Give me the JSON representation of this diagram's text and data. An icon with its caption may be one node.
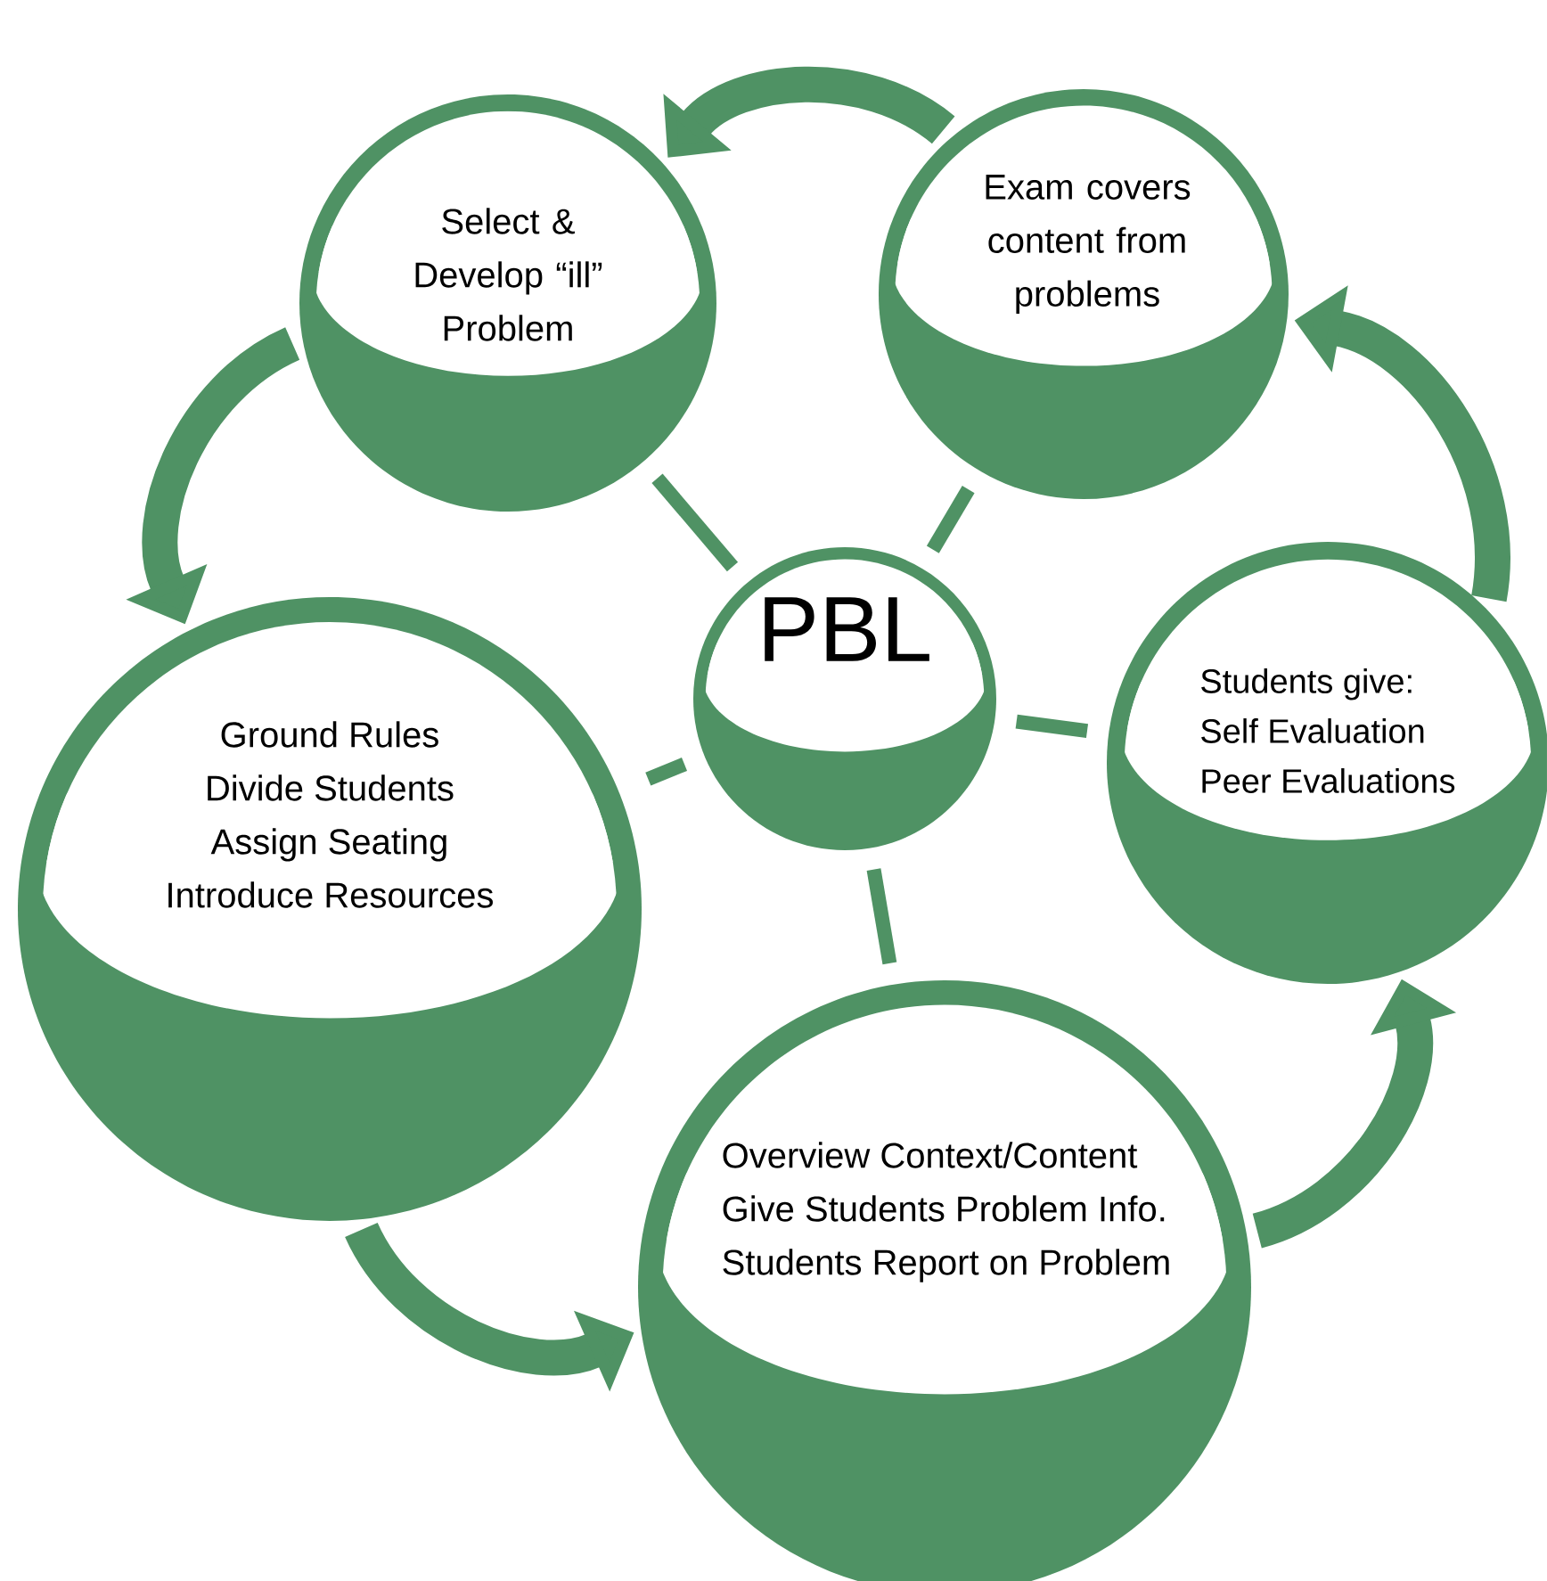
{
  "diagram": {
    "nodes": [
      {
        "text": [
          "PBL"
        ]
      },
      {
        "text": [
          "Select & Develop “ill” Problem"
        ]
      },
      {
        "text": [
          "Exam covers content from problems"
        ]
      },
      {
        "text": [
          "Students give:",
          "Self Evaluation",
          "Peer Evaluations"
        ]
      },
      {
        "text": [
          "Overview Context/Content",
          "Give Students Problem Info.",
          "Students Report on Problem"
        ]
      },
      {
        "text": [
          "Ground Rules",
          "Divide Students",
          "Assign Seating",
          "Introduce Resources"
        ]
      }
    ],
    "edges": [
      {
        "from": 0,
        "to": 1,
        "arrow": "none"
      },
      {
        "from": 0,
        "to": 2,
        "arrow": "none"
      },
      {
        "from": 0,
        "to": 3,
        "arrow": "none"
      },
      {
        "from": 0,
        "to": 4,
        "arrow": "none"
      },
      {
        "from": 0,
        "to": 5,
        "arrow": "none",
        "style": "dashed"
      },
      {
        "from": 2,
        "to": 1,
        "arrow": "to",
        "style": "thick"
      },
      {
        "from": 1,
        "to": 5,
        "arrow": "to",
        "style": "thick"
      },
      {
        "from": 5,
        "to": 4,
        "arrow": "to",
        "style": "thick"
      },
      {
        "from": 4,
        "to": 3,
        "arrow": "to",
        "style": "thick"
      },
      {
        "from": 3,
        "to": 2,
        "arrow": "to",
        "style": "thick"
      }
    ]
  }
}
